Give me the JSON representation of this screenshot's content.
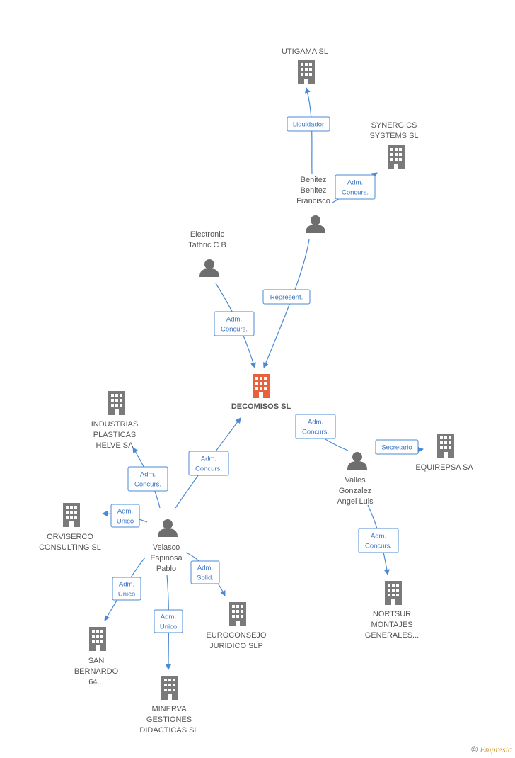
{
  "nodes": {
    "decomisos": {
      "label": [
        "DECOMISOS SL"
      ],
      "kind": "company-main"
    },
    "utigama": {
      "label": [
        "UTIGAMA SL"
      ],
      "kind": "company"
    },
    "synergics": {
      "label": [
        "SYNERGICS",
        "SYSTEMS SL"
      ],
      "kind": "company"
    },
    "benitez": {
      "label": [
        "Benitez",
        "Benitez",
        "Francisco"
      ],
      "kind": "person"
    },
    "electronic": {
      "label": [
        "Electronic",
        "Tathric C B"
      ],
      "kind": "person"
    },
    "industrias": {
      "label": [
        "INDUSTRIAS",
        "PLASTICAS",
        "HELVE SA"
      ],
      "kind": "company"
    },
    "orviserco": {
      "label": [
        "ORVISERCO",
        "CONSULTING SL"
      ],
      "kind": "company"
    },
    "velasco": {
      "label": [
        "Velasco",
        "Espinosa",
        "Pablo"
      ],
      "kind": "person"
    },
    "sanbernardo": {
      "label": [
        "SAN",
        "BERNARDO",
        "64..."
      ],
      "kind": "company"
    },
    "minerva": {
      "label": [
        "MINERVA",
        "GESTIONES",
        "DIDACTICAS SL"
      ],
      "kind": "company"
    },
    "euroconsejo": {
      "label": [
        "EUROCONSEJO",
        "JURIDICO SLP"
      ],
      "kind": "company"
    },
    "valles": {
      "label": [
        "Valles",
        "Gonzalez",
        "Angel Luis"
      ],
      "kind": "person"
    },
    "equirepsa": {
      "label": [
        "EQUIREPSA SA"
      ],
      "kind": "company"
    },
    "nortsur": {
      "label": [
        "NORTSUR",
        "MONTAJES",
        "GENERALES..."
      ],
      "kind": "company"
    }
  },
  "edges": [
    {
      "id": "benitez-utigama",
      "label": [
        "Liquidador"
      ]
    },
    {
      "id": "benitez-synergics",
      "label": [
        "Adm.",
        "Concurs."
      ]
    },
    {
      "id": "benitez-decomisos",
      "label": [
        "Represent."
      ]
    },
    {
      "id": "electronic-decomisos",
      "label": [
        "Adm.",
        "Concurs."
      ]
    },
    {
      "id": "velasco-decomisos",
      "label": [
        "Adm.",
        "Concurs."
      ]
    },
    {
      "id": "velasco-industrias",
      "label": [
        "Adm.",
        "Concurs."
      ]
    },
    {
      "id": "velasco-orviserco",
      "label": [
        "Adm.",
        "Unico"
      ]
    },
    {
      "id": "velasco-sanbernardo",
      "label": [
        "Adm.",
        "Unico"
      ]
    },
    {
      "id": "velasco-minerva",
      "label": [
        "Adm.",
        "Unico"
      ]
    },
    {
      "id": "velasco-euroconsejo",
      "label": [
        "Adm.",
        "Solid."
      ]
    },
    {
      "id": "valles-decomisos",
      "label": [
        "Adm.",
        "Concurs."
      ]
    },
    {
      "id": "valles-equirepsa",
      "label": [
        "Secretario"
      ]
    },
    {
      "id": "valles-nortsur",
      "label": [
        "Adm.",
        "Concurs."
      ]
    }
  ],
  "colors": {
    "main_company": "#e8613a",
    "company": "#7a7a7a",
    "person": "#6e6e6e",
    "edge": "#4a8ad4"
  },
  "footer": {
    "copyright": "©",
    "brand": "Empresia"
  }
}
